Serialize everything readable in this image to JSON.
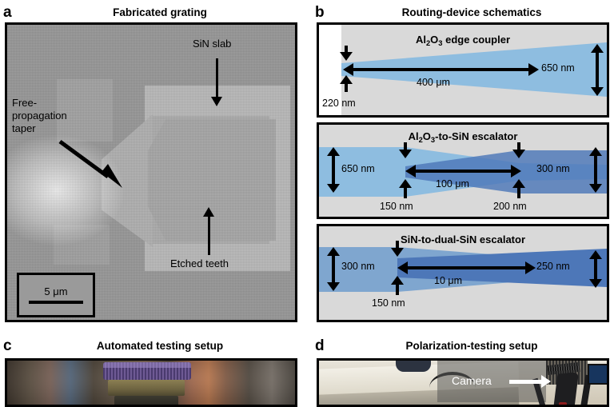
{
  "figure": {
    "panels": [
      {
        "letter": "a",
        "title": "Fabricated grating"
      },
      {
        "letter": "b",
        "title": "Routing-device schematics"
      },
      {
        "letter": "c",
        "title": "Automated testing setup"
      },
      {
        "letter": "d",
        "title": "Polarization-testing setup"
      }
    ]
  },
  "panel_a": {
    "letter": "a",
    "title": "Fabricated grating",
    "annotations": {
      "sin_slab": "SiN slab",
      "free_propagation_taper": "Free-\npropagation\ntaper",
      "free_propagation_taper_line1": "Free-",
      "free_propagation_taper_line2": "propagation",
      "free_propagation_taper_line3": "taper",
      "etched_teeth": "Etched teeth"
    },
    "scale_bar": {
      "value": "5 μm"
    },
    "colors": {
      "background": "#9a9a9a",
      "slab": "#b4b4b4",
      "taper": "#a8a8a8"
    }
  },
  "panel_b": {
    "letter": "b",
    "title": "Routing-device schematics",
    "colors": {
      "background": "#d9d9d9",
      "light_blue": "#8ebde0",
      "mid_blue": "#6a9fd0",
      "dark_blue": "#4d77b8",
      "white": "#ffffff"
    },
    "schematics": [
      {
        "id": "al2o3-edge-coupler",
        "title_html": "Al<sub>2</sub>O<sub>3</sub> edge coupler",
        "title_text": "Al2O3 edge coupler",
        "dimensions": {
          "input_height": "220 nm",
          "length": "400 μm",
          "output_height": "650 nm"
        }
      },
      {
        "id": "al2o3-to-sin-escalator",
        "title_html": "Al<sub>2</sub>O<sub>3</sub>-to-SiN escalator",
        "title_text": "Al2O3-to-SiN escalator",
        "dimensions": {
          "input_height": "650 nm",
          "taper_tip_left": "150 nm",
          "overlap_length": "100 μm",
          "taper_tip_right": "200 nm",
          "output_height": "300 nm"
        }
      },
      {
        "id": "sin-to-dual-sin-escalator",
        "title_html": "SiN-to-dual-SiN escalator",
        "title_text": "SiN-to-dual-SiN escalator",
        "dimensions": {
          "input_height": "300 nm",
          "taper_tip_left": "150 nm",
          "overlap_length": "10 μm",
          "output_height": "250 nm"
        }
      }
    ]
  },
  "panel_c": {
    "letter": "c",
    "title": "Automated testing setup"
  },
  "panel_d": {
    "letter": "d",
    "title": "Polarization-testing setup",
    "annotations": {
      "camera": "Camera"
    }
  }
}
